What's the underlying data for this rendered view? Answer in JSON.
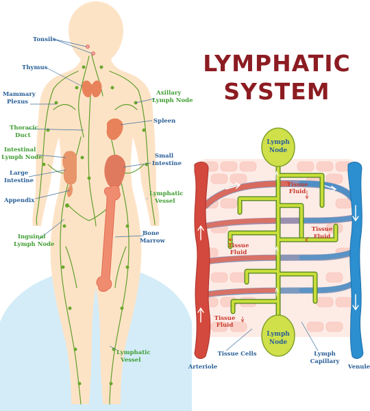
{
  "title": {
    "line1": "LYMPHATIC",
    "line2": "SYSTEM"
  },
  "colors": {
    "title": "#8c1c22",
    "label_blue": "#2a5f97",
    "label_green": "#3f9d32",
    "label_red": "#c6392c",
    "lymph_vessel": "#6aa82c",
    "lymph_node": "#cfe04a",
    "arteriole": "#d4493d",
    "venule": "#2b8fd0",
    "skin": "#fde3c6",
    "tissue_cell": "#fbd0c8"
  },
  "body_labels": {
    "tonsils": "Tonsils",
    "thymus": "Thymus",
    "mammary_1": "Mammary",
    "mammary_2": "Plexus",
    "thoracic_1": "Thoracic",
    "thoracic_2": "Duct",
    "intestinal_node_1": "Intestinal",
    "intestinal_node_2": "Lymph Node",
    "large_intestine_1": "Large",
    "large_intestine_2": "Intestine",
    "appendix": "Appendix",
    "inguinal_1": "Inguinal",
    "inguinal_2": "Lymph Node",
    "axillary_1": "Axillary",
    "axillary_2": "Lymph Node",
    "spleen": "Spleen",
    "small_intestine_1": "Small",
    "small_intestine_2": "Intestine",
    "lymphatic_vessel_1a": "Lymphatic",
    "lymphatic_vessel_1b": "Vessel",
    "bone_marrow_1": "Bone",
    "bone_marrow_2": "Marrow",
    "lymphatic_vessel_2a": "Lymphatic",
    "lymphatic_vessel_2b": "Vessel"
  },
  "capillary_labels": {
    "lymph_node_top_1": "Lymph",
    "lymph_node_top_2": "Node",
    "lymph_node_bottom_1": "Lymph",
    "lymph_node_bottom_2": "Node",
    "tissue_fluid_1a": "Tissue",
    "tissue_fluid_1b": "Fluid",
    "tissue_fluid_2a": "Tissue",
    "tissue_fluid_2b": "Fluid",
    "tissue_fluid_3a": "Tissue",
    "tissue_fluid_3b": "Fluid",
    "tissue_fluid_4a": "Tissue",
    "tissue_fluid_4b": "Fluid",
    "arteriole": "Arteriole",
    "tissue_cells": "Tissue Cells",
    "lymph_capillary_1": "Lymph",
    "lymph_capillary_2": "Capillary",
    "venule": "Venule"
  }
}
